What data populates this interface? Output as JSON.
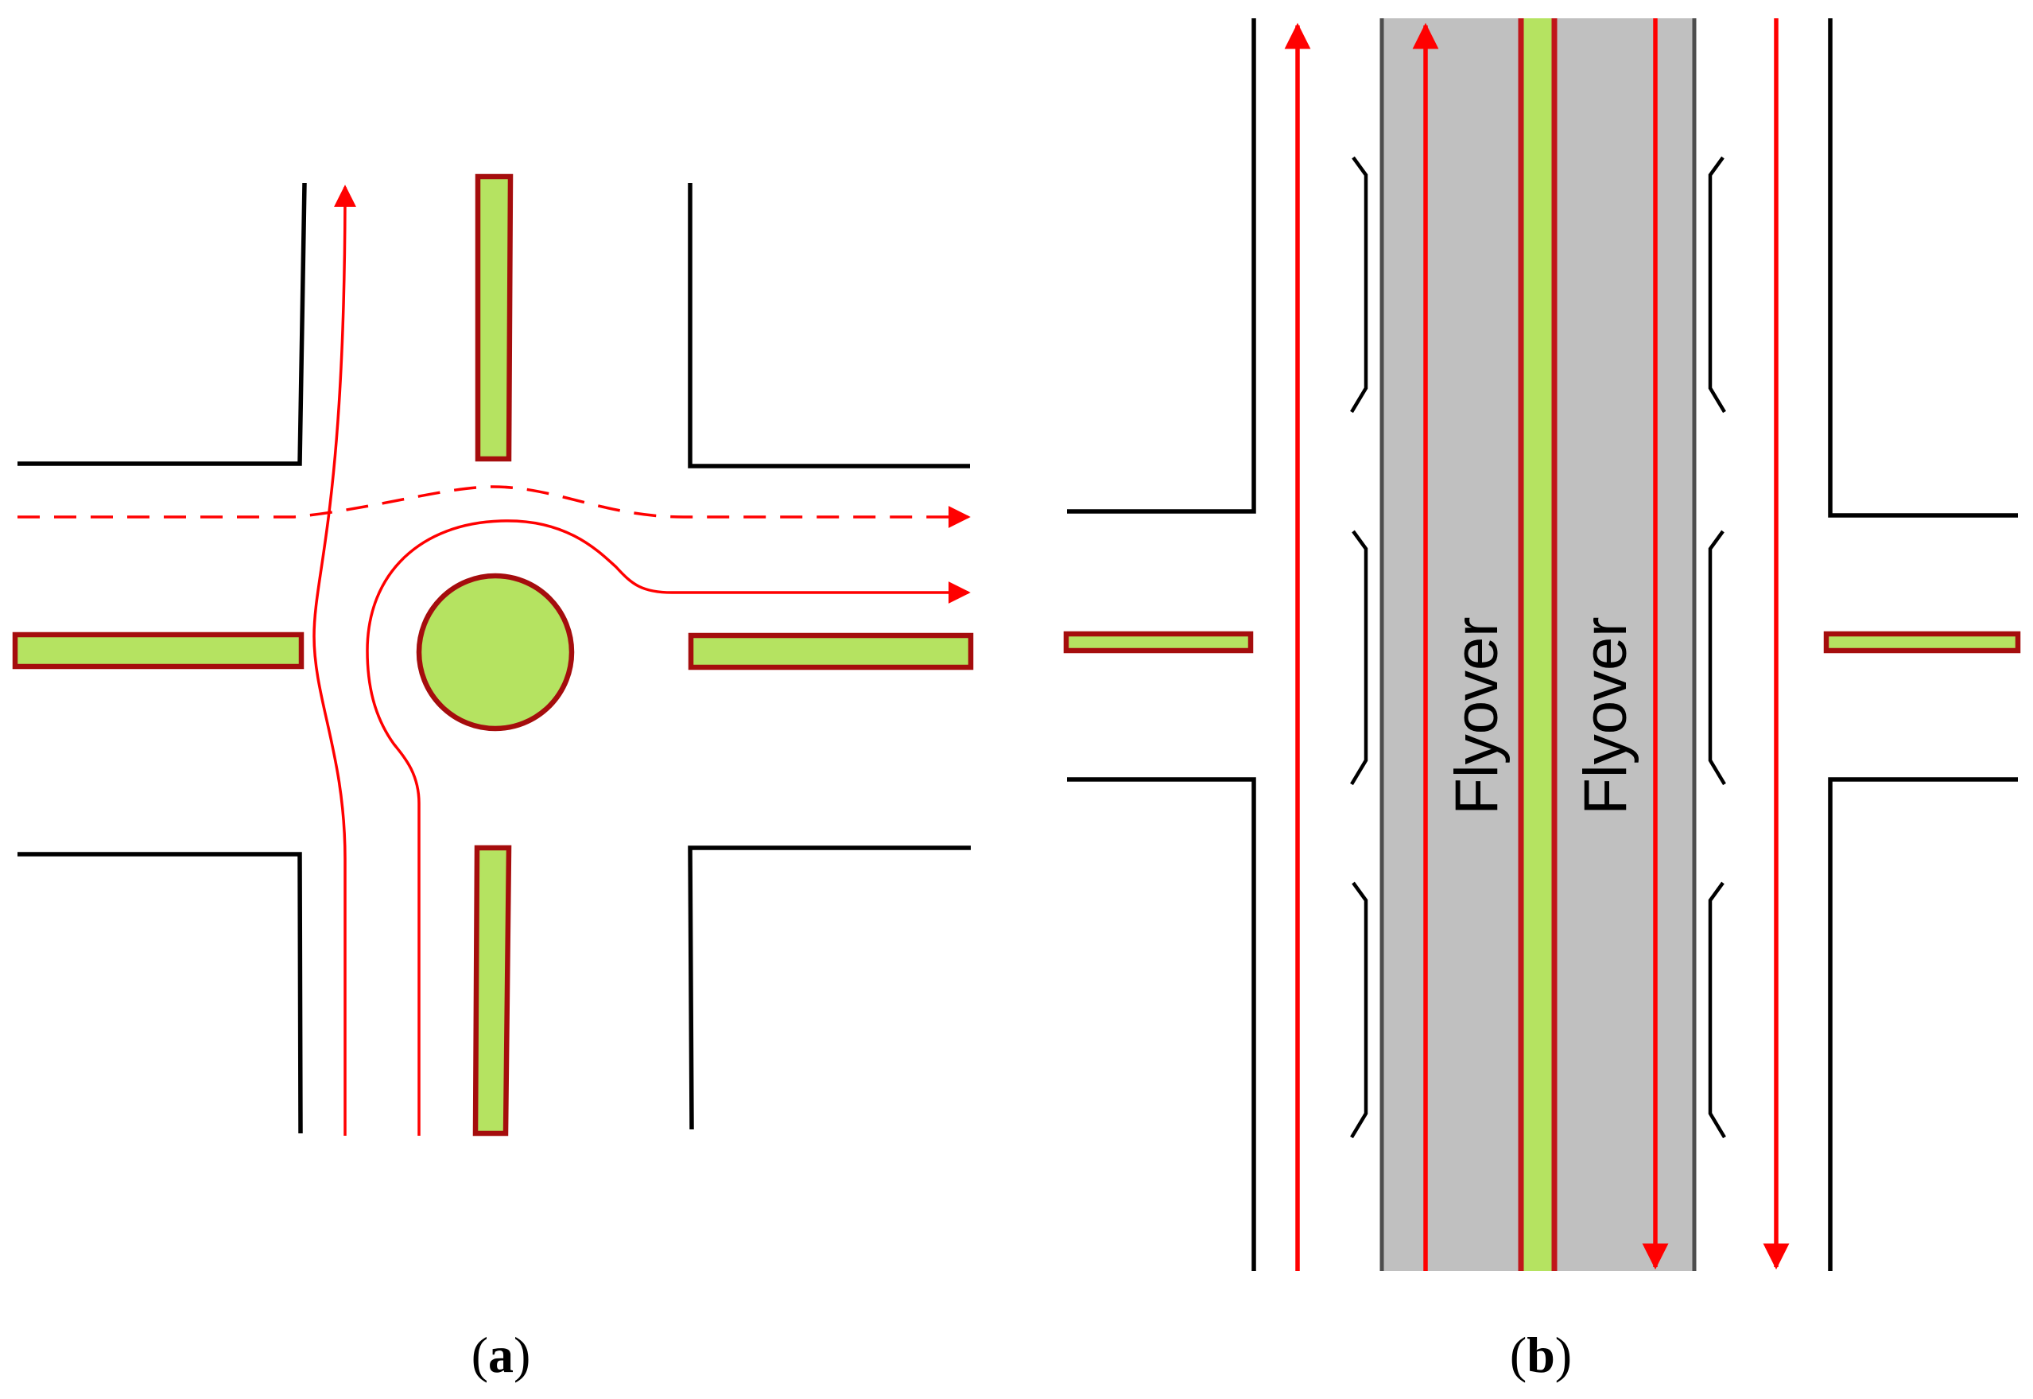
{
  "panels": [
    {
      "id": "a",
      "caption_open": "(",
      "caption_letter": "a",
      "caption_close": ")"
    },
    {
      "id": "b",
      "caption_open": "(",
      "caption_letter": "b",
      "caption_close": ")"
    }
  ],
  "flyover": {
    "label_left": "Flyover",
    "label_right": "Flyover"
  },
  "colors": {
    "road_edge": "#000000",
    "island_fill": "#b5e361",
    "island_stroke": "#a50d0d",
    "traffic_flow": "#ff0000",
    "flyover_deck": "#c0c0c0",
    "flyover_edge": "#4d4d4d"
  }
}
